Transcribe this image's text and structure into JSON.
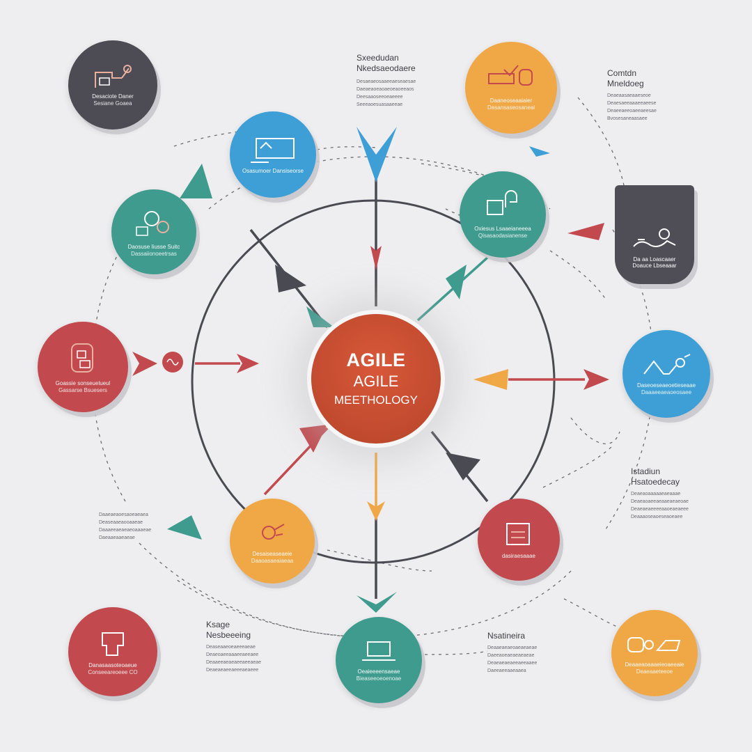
{
  "hub": {
    "line1": "AGILE",
    "line2": "AGILE",
    "line3": "MEETHOLOGY"
  },
  "colors": {
    "orange_red": "#c64c30",
    "teal": "#3f9b8e",
    "blue": "#3e9fd6",
    "orange": "#f0a847",
    "red": "#c24a4f",
    "charcoal": "#4d4b54",
    "background": "#eeeef0"
  },
  "nodes": {
    "top_left": {
      "icon": "presentation-icon",
      "caption": "Desaciote Daner",
      "caption2": "Sesiane Goaea"
    },
    "upper_blue": {
      "icon": "monitor-icon",
      "caption": "Osasumoer Dansiseorse",
      "caption2": ""
    },
    "left_teal": {
      "icon": "gears-icon",
      "caption": "Daosuse Iiusse Suitc",
      "caption2": "Dassaiionoeetrsas"
    },
    "left_red": {
      "icon": "clipboard-icon",
      "caption": "Goassie sonseuelueul",
      "caption2": "Gassarse Bsuesers"
    },
    "top_orange": {
      "icon": "checklist-icon",
      "caption": "Daaneoseaaiaier",
      "caption2": "Dasansaseosaneal"
    },
    "right_teal": {
      "icon": "chat-icon",
      "caption": "Oxiesus Lsaaeianeeea",
      "caption2": "Qisasaodasianense"
    },
    "right_shield": {
      "icon": "cloud-icon",
      "caption": "Da aa Loascaaer",
      "caption2": "Doauce Lbseaaar"
    },
    "right_blue": {
      "icon": "mountain-icon",
      "caption": "Daseoeseaeoetieseaae",
      "caption2": "Daaaeeaeaoeosaee"
    },
    "lower_orange": {
      "icon": "handshake-icon",
      "caption": "Desaiseaseaeie",
      "caption2": "Daaoasaeaiaeaa"
    },
    "lower_red": {
      "icon": "calendar-icon",
      "caption": "dasiraesaaae",
      "caption2": ""
    },
    "bottom_red": {
      "icon": "folder-icon",
      "caption": "Danasaasoteoaeue",
      "caption2": "Conseeareoeee CO"
    },
    "bottom_teal": {
      "icon": "laptop-icon",
      "caption": "Oeaieeeensaeae",
      "caption2": "Bieaseeoeoenoae"
    },
    "bottom_orange": {
      "icon": "tools-icon",
      "caption": "Deaaeaoaaaeieoaeeaie",
      "caption2": "Deaeaaeteeoe"
    }
  },
  "labels": {
    "top_center": {
      "heading1": "Sxeedudan",
      "heading2": "Nkedsaeodaere",
      "lines": [
        "Desaeaeosaaeeaeseaesae",
        "Daeaeaoeaoaeoeaoeeaos",
        "Deesaaoseeoeaeeee",
        "Seeeaoesuasaaeeae"
      ]
    },
    "top_right": {
      "heading1": "Comtdn",
      "heading2": "Mneldoeg",
      "lines": [
        "Deaeaasaeaaeseoe",
        "Deaesaeeaaaeeaeese",
        "Deaeeaeeoaeeaeesae",
        "Bvosesaneaasaee"
      ]
    },
    "mid_right": {
      "heading1": "Istadiun",
      "heading2": "Hsatoedecay",
      "lines": [
        "Deaeaoaaaaaeaeaaae",
        "Deaeaoaeeaeaaeaeaeoae",
        "Deaeaeaeeeeaaoeaeaeee",
        "Deaaaoseaoeseaoeaee"
      ]
    },
    "left_mid": {
      "heading1": "",
      "heading2": "",
      "lines": [
        "Daaeaeaoesaoeaeaea",
        "Deaseaaeaooaaeae",
        "Daaaeeaeaeaeoaaaeae",
        "Daeaaeaaeaeae"
      ]
    },
    "bottom_left": {
      "heading1": "Ksage",
      "heading2": "Nesbeeeing",
      "lines": [
        "Deaseaaeoeaeeeaeae",
        "Deaeoaeeaaaeeaeeaee",
        "Deaaeeaeaeaeeaeeaeae",
        "Deaeaeaeeaeeeaeaeee"
      ]
    },
    "bottom_right": {
      "heading1": "",
      "heading2": "Nsatineira",
      "lines": [
        "Deaaeaeaeoaeaeaeae",
        "Daeeaoeaeaeaeaeae",
        "Deaeaeaeaeeaeeaaee",
        "Daeeaeeaaeaaea"
      ]
    }
  }
}
